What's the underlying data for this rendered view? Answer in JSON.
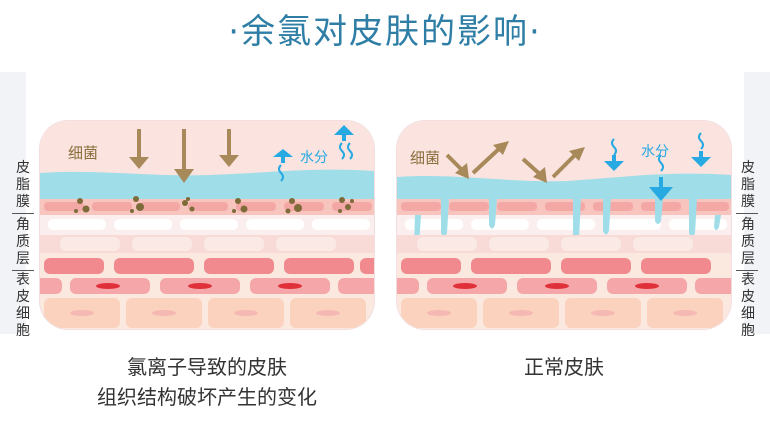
{
  "title": "·余氯对皮肤的影响·",
  "left_labels": {
    "sebum": [
      "皮",
      "脂",
      "膜"
    ],
    "stratum": [
      "角",
      "质",
      "层"
    ],
    "epidermis": [
      "表",
      "皮",
      "细",
      "胞"
    ]
  },
  "right_labels": {
    "sebum": [
      "皮",
      "脂",
      "膜"
    ],
    "stratum": [
      "角",
      "质",
      "层"
    ],
    "epidermis": [
      "表",
      "皮",
      "细",
      "胞"
    ]
  },
  "panel_left": {
    "bacteria": "细菌",
    "moisture": "水分"
  },
  "panel_right": {
    "bacteria": "细菌",
    "moisture": "水分"
  },
  "caption_left": [
    "氯离子导致的皮肤",
    "组织结构破坏产生的变化"
  ],
  "caption_right": "正常皮肤",
  "colors": {
    "title": "#2f7ea6",
    "sky": "#fbe3e0",
    "sebum": "#9fdde8",
    "moisture_arrow": "#27a9e1",
    "bacteria_arrow": "#a88a5a",
    "cell_red": "#f08a8e",
    "cell_peach": "#fbd2bd"
  }
}
